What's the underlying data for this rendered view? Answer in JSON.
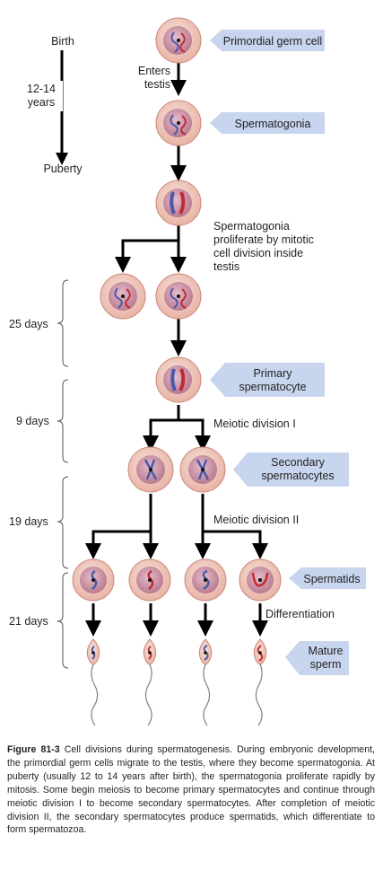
{
  "timeline": {
    "birth": "Birth",
    "years_line1": "12-14",
    "years_line2": "years",
    "puberty": "Puberty",
    "enters_line1": "Enters",
    "enters_line2": "testis"
  },
  "stage_labels": {
    "primordial": "Primordial germ cell",
    "spermatogonia": "Spermatogonia",
    "primary_line1": "Primary",
    "primary_line2": "spermatocyte",
    "secondary_line1": "Secondary",
    "secondary_line2": "spermatocytes",
    "spermatids": "Spermatids",
    "mature_line1": "Mature",
    "mature_line2": "sperm"
  },
  "notes": {
    "prolif_line1": "Spermatogonia",
    "prolif_line2": "proliferate by mitotic",
    "prolif_line3": "cell division inside",
    "prolif_line4": "testis",
    "meiotic1": "Meiotic division I",
    "meiotic2": "Meiotic division II",
    "differentiation": "Differentiation"
  },
  "durations": {
    "d25": "25 days",
    "d9": "9 days",
    "d19": "19 days",
    "d21": "21 days"
  },
  "caption": {
    "figure_label": "Figure 81-3",
    "text": " Cell divisions during spermatogenesis. During embryonic development, the primordial germ cells migrate to the testis, where they become spermatogonia. At puberty (usually 12 to 14 years after birth), the spermatogonia proliferate rapidly by mitosis. Some begin meiosis to become primary spermatocytes and continue through meiotic division I to become secondary spermatocytes. After completion of meiotic division II, the secondary spermatocytes produce spermatids, which differentiate to form spermatozoa."
  },
  "colors": {
    "cell_fill": "#f2c9bd",
    "cell_stroke": "#c9897a",
    "nucleus_fill": "#c38a9a",
    "chrom_blue": "#4a5aa8",
    "chrom_red": "#c22a35",
    "label_box": "#c7d6ee",
    "arrow": "#000000"
  }
}
